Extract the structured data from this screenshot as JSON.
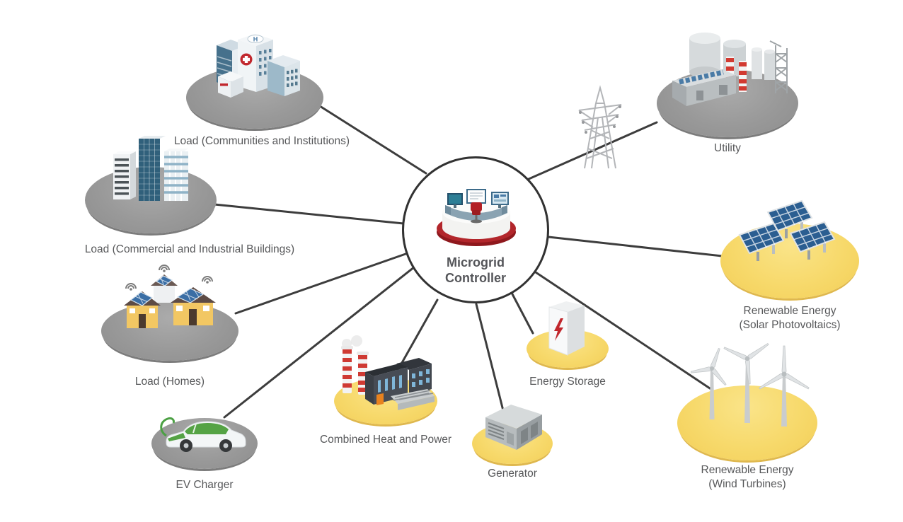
{
  "center": {
    "label_line1": "Microgrid",
    "label_line2": "Controller",
    "icon": "control-room-icon"
  },
  "nodes": [
    {
      "id": "load-communities",
      "label": "Load (Communities and Institutions)",
      "platform_color": "gray",
      "icon": "hospital-buildings-icon",
      "helipad_letter": "H"
    },
    {
      "id": "load-commercial-industrial",
      "label": "Load (Commercial and Industrial Buildings)",
      "platform_color": "gray",
      "icon": "city-buildings-icon"
    },
    {
      "id": "load-homes",
      "label": "Load (Homes)",
      "platform_color": "gray",
      "icon": "solar-homes-icon"
    },
    {
      "id": "ev-charger",
      "label": "EV Charger",
      "platform_color": "gray",
      "icon": "electric-car-icon"
    },
    {
      "id": "combined-heat-and-power",
      "label": "Combined Heat and Power",
      "platform_color": "yellow",
      "icon": "chp-plant-icon"
    },
    {
      "id": "generator",
      "label": "Generator",
      "platform_color": "yellow",
      "icon": "generator-icon"
    },
    {
      "id": "energy-storage",
      "label": "Energy Storage",
      "platform_color": "yellow",
      "icon": "battery-storage-icon"
    },
    {
      "id": "utility",
      "label": "Utility",
      "platform_color": "gray",
      "icon": "utility-plant-icon"
    },
    {
      "id": "renewable-solar",
      "label_line1": "Renewable Energy",
      "label_line2": "(Solar Photovoltaics)",
      "platform_color": "yellow",
      "icon": "solar-panels-icon"
    },
    {
      "id": "renewable-wind",
      "label_line1": "Renewable Energy",
      "label_line2": "(Wind Turbines)",
      "platform_color": "yellow",
      "icon": "wind-turbines-icon"
    }
  ],
  "decorations": [
    {
      "id": "transmission-tower",
      "icon": "transmission-tower-icon"
    }
  ],
  "connections": [
    {
      "from": "microgrid-controller",
      "to": "load-communities"
    },
    {
      "from": "microgrid-controller",
      "to": "load-commercial-industrial"
    },
    {
      "from": "microgrid-controller",
      "to": "load-homes"
    },
    {
      "from": "microgrid-controller",
      "to": "ev-charger"
    },
    {
      "from": "microgrid-controller",
      "to": "combined-heat-and-power"
    },
    {
      "from": "microgrid-controller",
      "to": "generator"
    },
    {
      "from": "microgrid-controller",
      "to": "energy-storage"
    },
    {
      "from": "microgrid-controller",
      "to": "utility"
    },
    {
      "from": "microgrid-controller",
      "to": "renewable-solar"
    },
    {
      "from": "microgrid-controller",
      "to": "renewable-wind"
    }
  ],
  "colors": {
    "background": "#ffffff",
    "platform_gray": "#9a9a9a",
    "platform_yellow": "#f7d96b",
    "connection_line": "#3d3d3d",
    "controller_ring": "#b2262b",
    "label_text": "#57585a",
    "circle_border": "#323232"
  }
}
